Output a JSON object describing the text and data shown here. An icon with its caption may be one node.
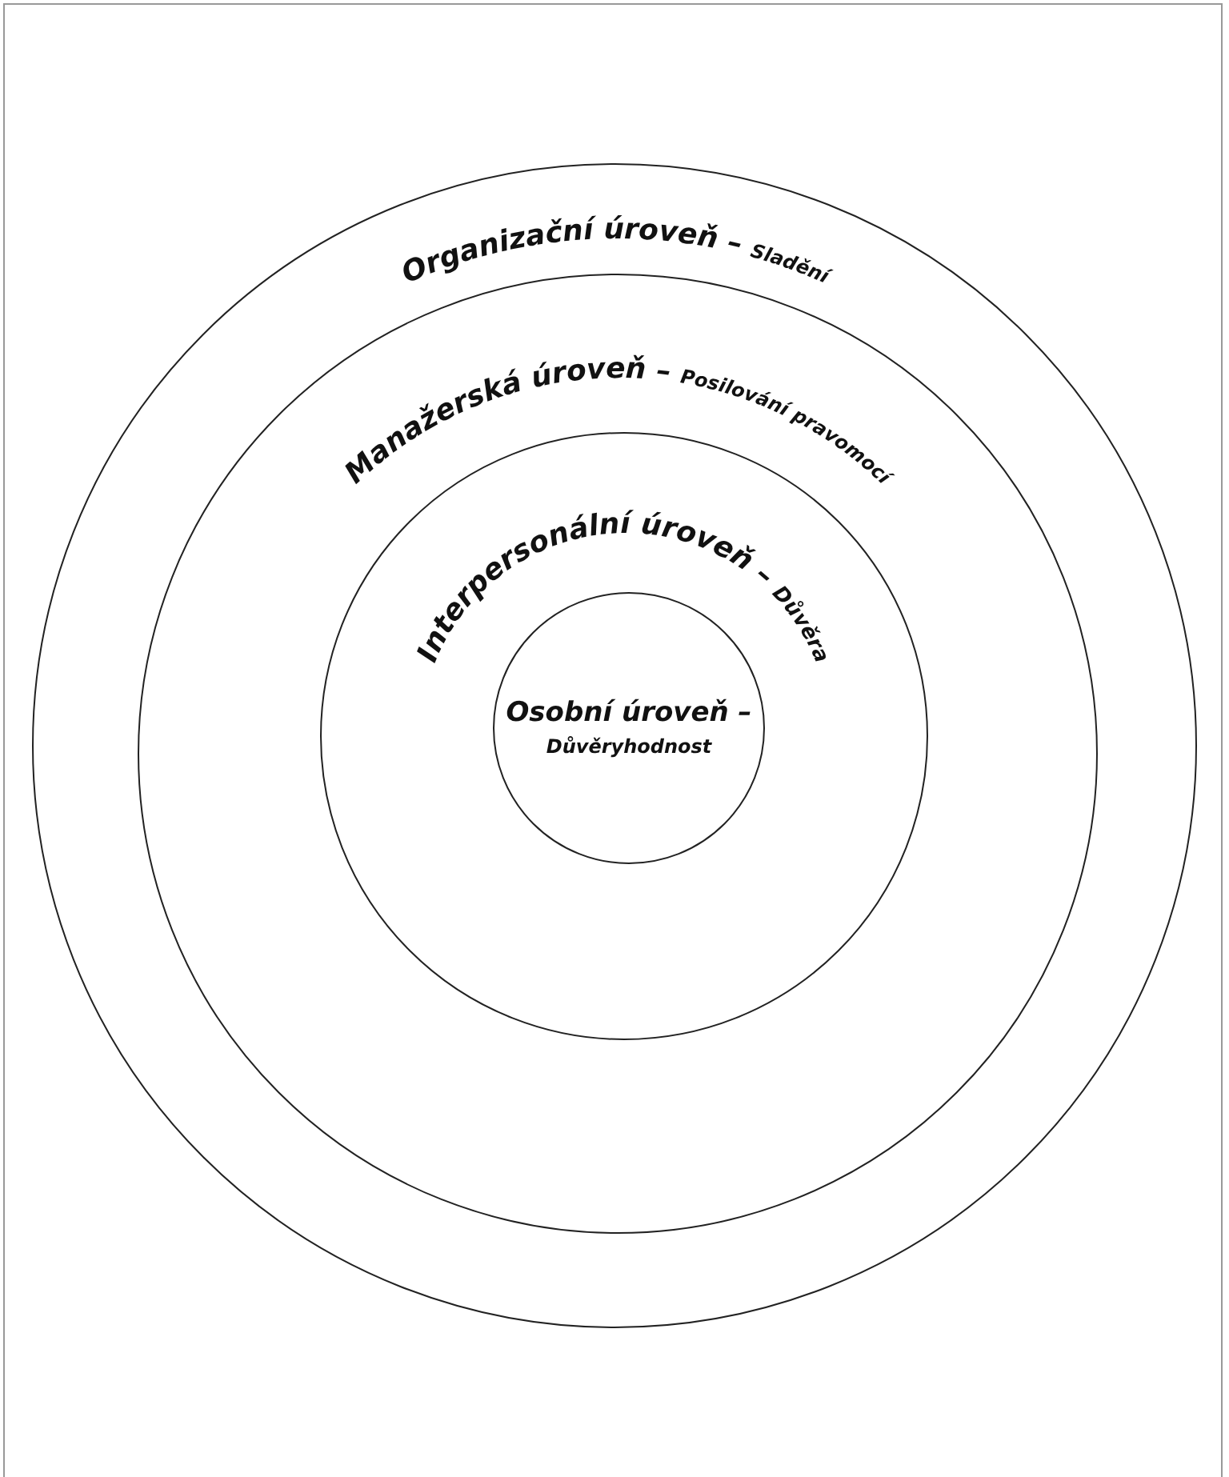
{
  "diagram": {
    "nodes": [
      {
        "text": [
          "Organizační úroveň –",
          "Sladění"
        ]
      },
      {
        "text": [
          "Manažerská úroveň –",
          "Posilování pravomocí"
        ],
        "in": 0
      },
      {
        "text": [
          "Interpersonální úroveň –",
          "Důvěra"
        ],
        "in": 1
      },
      {
        "text": [
          "Osobní úroveň –",
          "Důvěryhodnost"
        ],
        "in": 2
      }
    ]
  }
}
